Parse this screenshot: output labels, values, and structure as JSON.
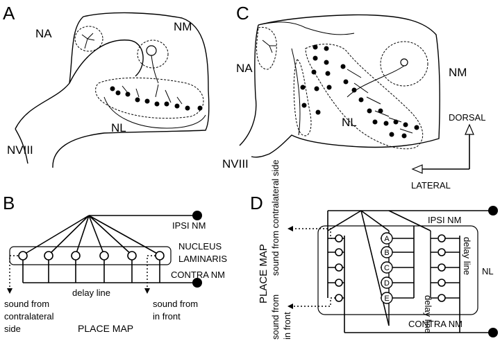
{
  "panels": {
    "a": {
      "letter": "A",
      "labels": {
        "na": "NA",
        "nm": "NM",
        "nl": "NL",
        "nviii": "NVIII"
      }
    },
    "b": {
      "letter": "B",
      "labels": {
        "ipsi": "IPSI NM",
        "nucleus_line1": "NUCLEUS",
        "nucleus_line2": "LAMINARIS",
        "contra": "CONTRA NM",
        "delay": "delay line",
        "contra_side_line1": "sound from",
        "contra_side_line2": "contralateral",
        "contra_side_line3": "side",
        "front_line1": "sound from",
        "front_line2": "in front",
        "place_map": "PLACE MAP"
      }
    },
    "c": {
      "letter": "C",
      "labels": {
        "na": "NA",
        "nm": "NM",
        "nl": "NL",
        "nviii": "NVIII",
        "dorsal": "DORSAL",
        "lateral": "LATERAL"
      }
    },
    "d": {
      "letter": "D",
      "labels": {
        "place_map": "PLACE MAP",
        "contra_side": "sound from contralateral side",
        "front_line1": "sound from",
        "front_line2": "in front",
        "ipsi": "IPSI NM",
        "nl": "NL",
        "contra": "CONTRA NM",
        "delay_line_1": "delay line",
        "delay_line_2": "delay line"
      },
      "column_letters": [
        "A",
        "B",
        "C",
        "D",
        "E"
      ]
    }
  }
}
